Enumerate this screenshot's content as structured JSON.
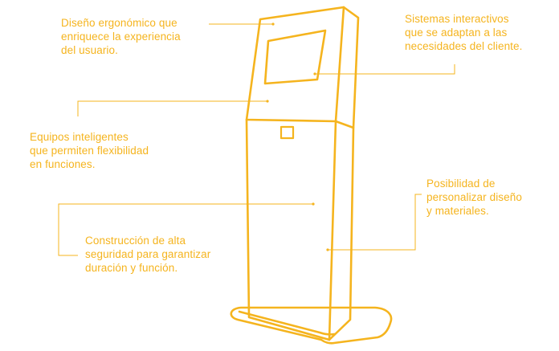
{
  "accent_color": "#f5b41e",
  "diagram": {
    "subject": "kiosk-icon",
    "callouts": [
      {
        "id": "ergonomic-design",
        "lines": [
          "Diseño ergonómico que",
          "enriquece la experiencia",
          "del usuario."
        ]
      },
      {
        "id": "interactive-systems",
        "lines": [
          "Sistemas interactivos",
          "que se adaptan a las",
          "necesidades del cliente."
        ]
      },
      {
        "id": "smart-equipment",
        "lines": [
          "Equipos inteligentes",
          "que permiten flexibilidad",
          "en funciones."
        ]
      },
      {
        "id": "customization",
        "lines": [
          "Posibilidad de",
          "personalizar diseño",
          "y materiales."
        ]
      },
      {
        "id": "security-construction",
        "lines": [
          "Construcción de alta",
          "seguridad para garantizar",
          "duración y función."
        ]
      }
    ]
  }
}
